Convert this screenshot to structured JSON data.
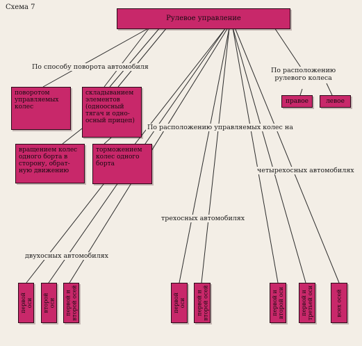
{
  "scheme_label": "Схема 7",
  "root": "Рулевое управление",
  "groups": {
    "by_turn_method": "По способу поворота автомобиля",
    "by_wheel_position": "По расположению\nрулевого колеса",
    "by_steered_wheels_location": "По расположению управляемых колес на"
  },
  "turn_methods": {
    "steered_wheels": "поворотом\nуправляемых\nколес",
    "articulation": "складыванием\nэлементов\n(одноосный\nтягач и одно-\nосный прицеп)",
    "side_rotation": "вращением колес\nодного борта в\nсторону, обрат-\nную движению",
    "side_braking": "торможением\nколес одного\nборта"
  },
  "wheel_positions": {
    "right": "правое",
    "left": "левое"
  },
  "vehicle_types": {
    "two_axle": "двухосных автомобилях",
    "three_axle": "трехосных автомобилях",
    "four_axle": "четырехосных автомобилях"
  },
  "two_axle_options": [
    "первой\nоси",
    "второй\nоси",
    "первой и\nвторой осей"
  ],
  "three_axle_options": [
    "первой\nоси",
    "первой и\nвторой осей"
  ],
  "four_axle_options": [
    "первой и\nвторой оси",
    "первой и\nтретьей оси",
    "всех осей"
  ],
  "colors": {
    "box_fill": "#c8286a",
    "box_border": "#2a0a18",
    "background": "#f3eee6",
    "line": "#2b2b2b"
  }
}
